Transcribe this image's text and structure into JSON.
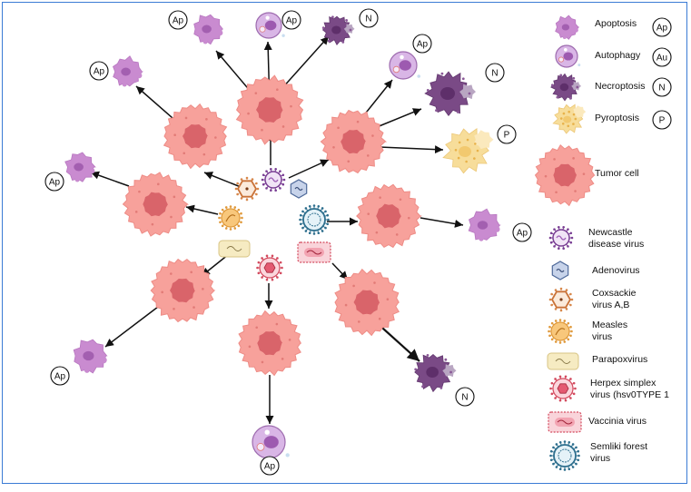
{
  "badges": {
    "ap": "Ap",
    "au": "Au",
    "n": "N",
    "p": "P"
  },
  "legend": {
    "cell_death": [
      {
        "label": "Apoptosis",
        "badge": "Ap"
      },
      {
        "label": "Autophagy",
        "badge": "Au"
      },
      {
        "label": "Necroptosis",
        "badge": "N"
      },
      {
        "label": "Pyroptosis",
        "badge": "P"
      }
    ],
    "tumor_cell": "Tumor cell",
    "viruses": [
      {
        "lines": [
          "Newcastle",
          "disease virus"
        ],
        "icon": "newcastle-virus-icon"
      },
      {
        "lines": [
          "Adenovirus"
        ],
        "icon": "adenovirus-icon"
      },
      {
        "lines": [
          "Coxsackie",
          "virus A,B"
        ],
        "icon": "coxsackie-virus-icon"
      },
      {
        "lines": [
          "Measles",
          "virus"
        ],
        "icon": "measles-virus-icon"
      },
      {
        "lines": [
          "Parapoxvirus"
        ],
        "icon": "parapoxvirus-icon"
      },
      {
        "lines": [
          "Herpex simplex",
          "virus (hsv0TYPE 1"
        ],
        "icon": "herpes-simplex-virus-icon"
      },
      {
        "lines": [
          "Vaccinia virus"
        ],
        "icon": "vaccinia-virus-icon"
      },
      {
        "lines": [
          "Semliki forest",
          "virus"
        ],
        "icon": "semliki-forest-virus-icon"
      }
    ]
  },
  "colors": {
    "tumor": "#f7a19b",
    "tumor_nucleus": "#d9646a",
    "apoptosis": "#c98bd0",
    "necroptosis": "#7a4a86",
    "pyroptosis": "#f7dd9a",
    "autophagy": "#d9b6e6",
    "arrow": "#111111",
    "frame": "#3a7bd5"
  }
}
